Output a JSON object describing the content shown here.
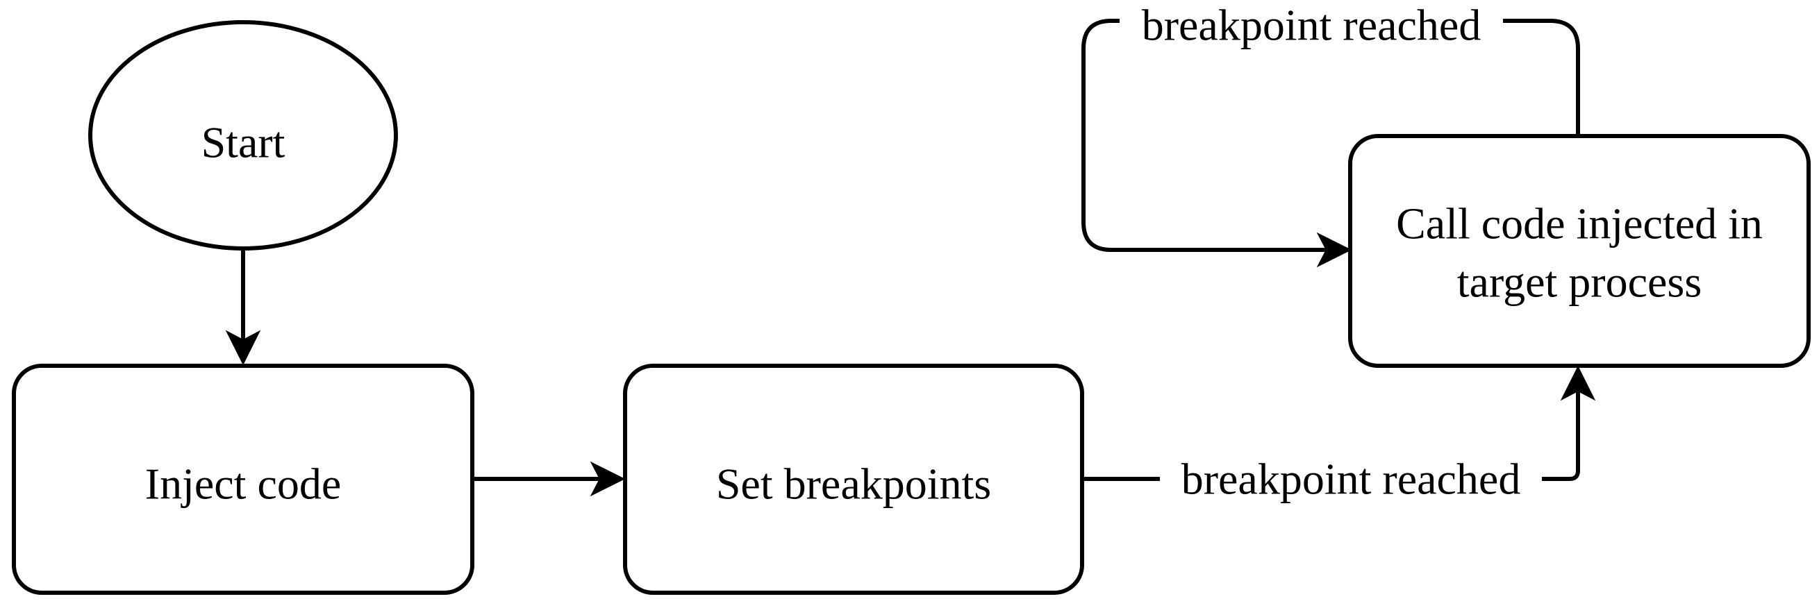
{
  "diagram": {
    "nodes": {
      "start": {
        "label": "Start"
      },
      "inject": {
        "label": "Inject code"
      },
      "breakpoints": {
        "label": "Set breakpoints"
      },
      "call": {
        "line1": "Call code injected in",
        "line2": "target process"
      }
    },
    "edges": {
      "breakpoint_to_call": {
        "label": "breakpoint reached"
      },
      "call_loop": {
        "label": "breakpoint reached"
      }
    }
  }
}
